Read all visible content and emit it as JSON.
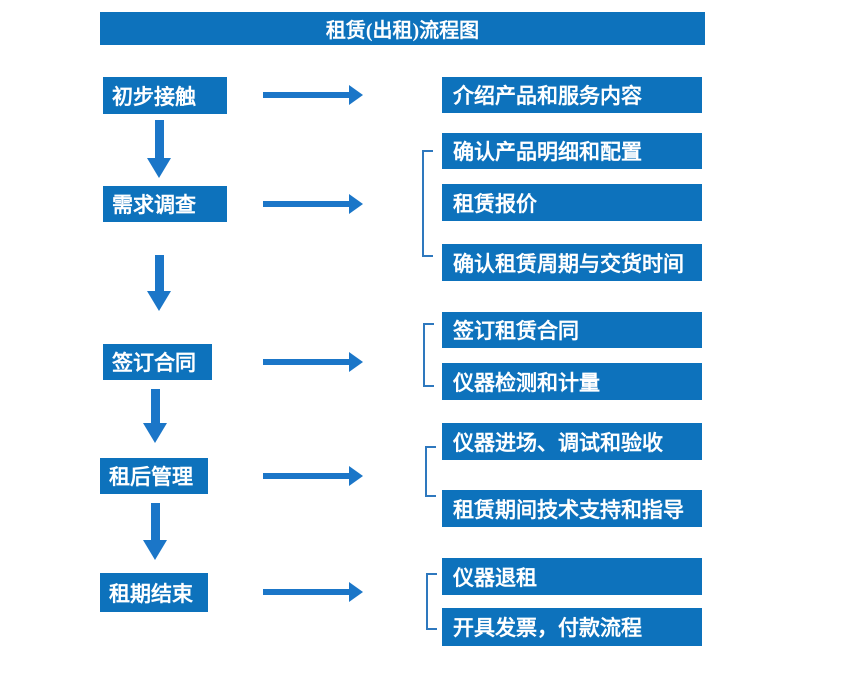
{
  "title": "租赁(出租)流程图",
  "palette": {
    "box_blue": "#0d72bc",
    "arrow_blue": "#1b76c8",
    "bracket_blue": "#2e78be",
    "text_white": "#ffffff",
    "background": "#ffffff"
  },
  "stages": [
    {
      "label": "初步接触",
      "details": [
        "介绍产品和服务内容"
      ]
    },
    {
      "label": "需求调查",
      "details": [
        "确认产品明细和配置",
        "租赁报价",
        "确认租赁周期与交货时间"
      ]
    },
    {
      "label": "签订合同",
      "details": [
        "签订租赁合同",
        "仪器检测和计量"
      ]
    },
    {
      "label": "租后管理",
      "details": [
        "仪器进场、调试和验收",
        "租赁期间技术支持和指导"
      ]
    },
    {
      "label": "租期结束",
      "details": [
        "仪器退租",
        "开具发票，付款流程"
      ]
    }
  ]
}
